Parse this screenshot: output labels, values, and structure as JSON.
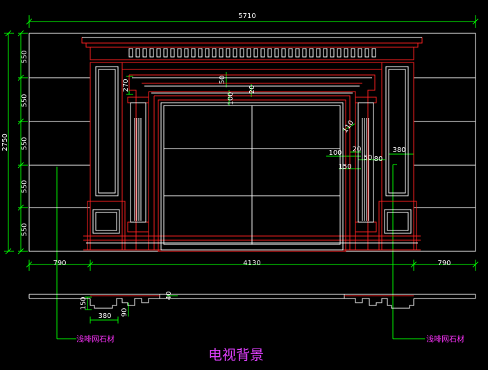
{
  "title": "电视背景",
  "material_left": "浅啡网石材",
  "material_right": "浅啡网石材",
  "dims": {
    "overall_width": "5710",
    "overall_height": "2750",
    "row_heights": [
      "550",
      "550",
      "550",
      "550",
      "550"
    ],
    "left_bay": "790",
    "center_bay": "4130",
    "right_bay": "790",
    "lintel_270": "270",
    "lintel_50": "50",
    "lintel_20": "20",
    "lintel_100": "100",
    "r_110": "110",
    "r_100": "100",
    "r_20": "20",
    "r_150": "150",
    "r_380": "380",
    "r_50": "50",
    "r_80": "80",
    "plan_150": "150",
    "plan_380": "380",
    "plan_90": "90",
    "plan_40": "40"
  },
  "colors": {
    "frame": "#ff2020",
    "detail": "#ffffff",
    "dimension": "#00ff00",
    "label": "#ff33ff"
  }
}
